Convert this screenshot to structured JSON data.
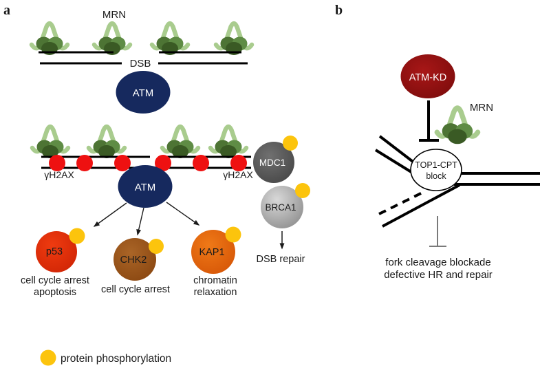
{
  "panel_a": {
    "label": "a",
    "mrn_label": "MRN",
    "dsb_label": "DSB",
    "atm_top_label": "ATM",
    "atm_mid_label": "ATM",
    "h2ax_left_label": "γH2AX",
    "h2ax_right_label": "γH2AX",
    "mdc1_label": "MDC1",
    "brca1_label": "BRCA1",
    "dsb_repair_label": "DSB repair",
    "p53_label": "p53",
    "p53_outcome_line1": "cell cycle arrest",
    "p53_outcome_line2": "apoptosis",
    "chk2_label": "CHK2",
    "chk2_outcome_line1": "cell cycle arrest",
    "kap1_label": "KAP1",
    "kap1_outcome_line1": "chromatin",
    "kap1_outcome_line2": "relaxation"
  },
  "panel_b": {
    "label": "b",
    "atm_kd_label": "ATM-KD",
    "mrn_label": "MRN",
    "top1_block_line1": "TOP1-CPT",
    "top1_block_line2": "block",
    "outcome_line1": "fork cleavage blockade",
    "outcome_line2": "defective HR and repair"
  },
  "legend": {
    "phospho_label": "protein phosphorylation"
  },
  "colors": {
    "mrn_light_green": "#a9cc8e",
    "mrn_green_left": "#4d7434",
    "mrn_green_right": "#5f8c45",
    "mrn_green_center": "#3a5a24",
    "atm_navy": "#16295e",
    "h2ax_red": "#ee1111",
    "phospho_yellow": "#fcc40d",
    "p53_red": "#d92a08",
    "chk2_brown": "#96521a",
    "kap1_orange": "#e0640e",
    "mdc1_gray": "#565656",
    "brca1_gray": "#b0b0b0",
    "atm_kd_dark_red": "#8e1010",
    "dna_black": "#000000",
    "inhibit_gray": "#7a7a7a"
  }
}
